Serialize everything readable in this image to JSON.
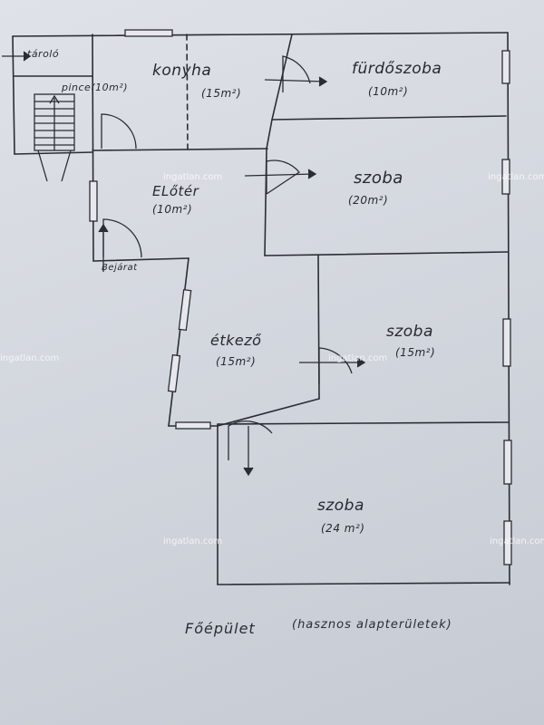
{
  "rooms": {
    "taroló": {
      "name": "tároló"
    },
    "pince": {
      "name": "pince",
      "area": "(10m²)"
    },
    "konyha": {
      "name": "konyha",
      "area": "(15m²)"
    },
    "furdoszoba": {
      "name": "fürdőszoba",
      "area": "(10m²)"
    },
    "eloter": {
      "name": "ELőtér",
      "area": "(10m²)"
    },
    "szoba_20": {
      "name": "szoba",
      "area": "(20m²)"
    },
    "etkezo": {
      "name": "étkező",
      "area": "(15m²)"
    },
    "szoba_15": {
      "name": "szoba",
      "area": "(15m²)"
    },
    "szoba_24": {
      "name": "szoba",
      "area": "(24 m²)"
    }
  },
  "entrance_label": "Bejárat",
  "caption": {
    "title": "Főépület",
    "subtitle": "(hasznos alapterületek)"
  },
  "watermark": "ingatlan.com",
  "colors": {
    "line": "#2a2d33",
    "paper": "#d8dbe1",
    "watermark": "#ffffff"
  }
}
